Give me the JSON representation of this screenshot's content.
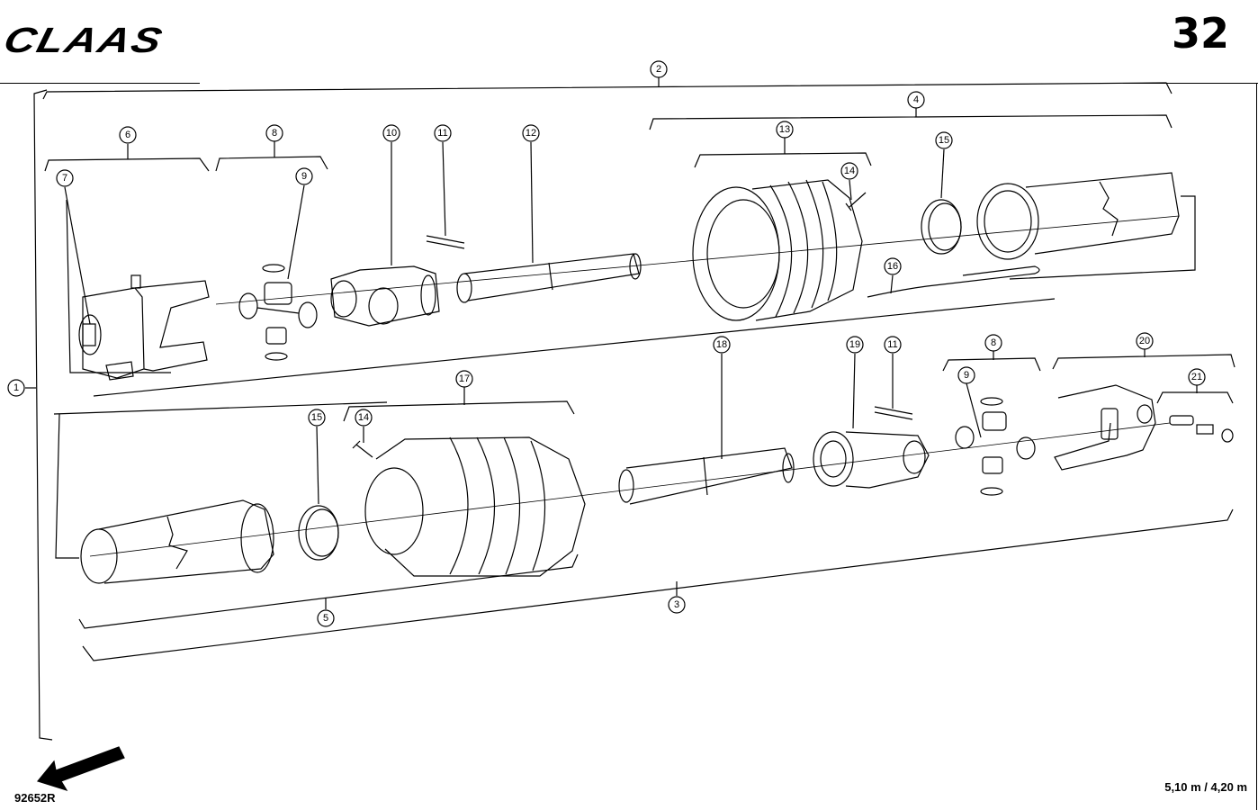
{
  "header": {
    "logo": "CLAAS",
    "page_number": "32"
  },
  "footer": {
    "figure_id": "92652R",
    "dimensions": "5,10 m / 4,20 m"
  },
  "callouts": {
    "c1": "1",
    "c2": "2",
    "c3": "3",
    "c4": "4",
    "c5": "5",
    "c6": "6",
    "c7": "7",
    "c8a": "8",
    "c9a": "9",
    "c10": "10",
    "c11a": "11",
    "c12": "12",
    "c13": "13",
    "c14a": "14",
    "c15a": "15",
    "c16": "16",
    "c15b": "15",
    "c14b": "14",
    "c17": "17",
    "c18": "18",
    "c19": "19",
    "c11b": "11",
    "c8b": "8",
    "c9b": "9",
    "c20": "20",
    "c21": "21"
  }
}
